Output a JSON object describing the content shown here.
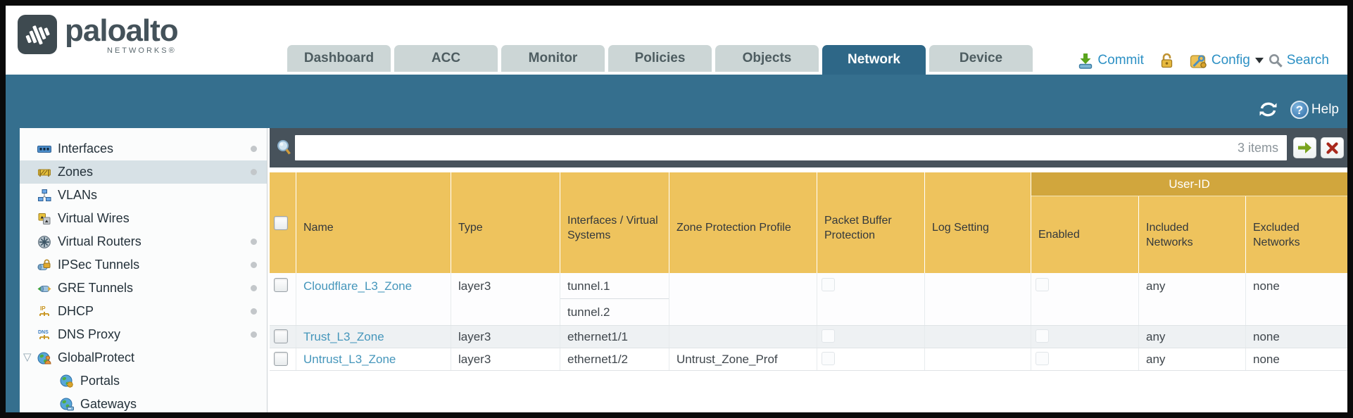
{
  "brand": {
    "name": "paloalto",
    "sub": "NETWORKS®"
  },
  "nav": {
    "tabs": [
      {
        "label": "Dashboard",
        "active": false
      },
      {
        "label": "ACC",
        "active": false
      },
      {
        "label": "Monitor",
        "active": false
      },
      {
        "label": "Policies",
        "active": false
      },
      {
        "label": "Objects",
        "active": false
      },
      {
        "label": "Network",
        "active": true
      },
      {
        "label": "Device",
        "active": false
      }
    ],
    "actions": {
      "commit": "Commit",
      "config": "Config",
      "search": "Search"
    }
  },
  "band": {
    "help": "Help",
    "help_glyph": "?"
  },
  "filter_bar": {
    "value": "",
    "items_count": "3 items"
  },
  "sidebar": {
    "items": [
      {
        "label": "Interfaces"
      },
      {
        "label": "Zones"
      },
      {
        "label": "VLANs"
      },
      {
        "label": "Virtual Wires"
      },
      {
        "label": "Virtual Routers"
      },
      {
        "label": "IPSec Tunnels"
      },
      {
        "label": "GRE Tunnels"
      },
      {
        "label": "DHCP"
      },
      {
        "label": "DNS Proxy"
      },
      {
        "label": "GlobalProtect"
      },
      {
        "label": "Portals"
      },
      {
        "label": "Gateways"
      }
    ],
    "selected": "Zones",
    "expander_glyph": "▽"
  },
  "icons": {
    "dhcp_label": "IP",
    "dns_label": "DNS"
  },
  "table": {
    "group_header": "User-ID",
    "columns": [
      "Name",
      "Type",
      "Interfaces / Virtual Systems",
      "Zone Protection Profile",
      "Packet Buffer Protection",
      "Log Setting",
      "Enabled",
      "Included Networks",
      "Excluded Networks"
    ],
    "rows": [
      {
        "name": "Cloudflare_L3_Zone",
        "type": "layer3",
        "interfaces": [
          "tunnel.1",
          "tunnel.2"
        ],
        "zone_protection_profile": "",
        "log_setting": "",
        "included_networks": "any",
        "excluded_networks": "none"
      },
      {
        "name": "Trust_L3_Zone",
        "type": "layer3",
        "interfaces": [
          "ethernet1/1"
        ],
        "zone_protection_profile": "",
        "log_setting": "",
        "included_networks": "any",
        "excluded_networks": "none"
      },
      {
        "name": "Untrust_L3_Zone",
        "type": "layer3",
        "interfaces": [
          "ethernet1/2"
        ],
        "zone_protection_profile": "Untrust_Zone_Prof",
        "log_setting": "",
        "included_networks": "any",
        "excluded_networks": "none"
      }
    ]
  },
  "colors": {
    "teal_band": "#356f8e",
    "active_tab": "#2e6787",
    "header_gold": "#eec35d",
    "group_gold": "#d1a63d",
    "dark_bar": "#47525b",
    "link_blue": "#4596bb",
    "action_blue": "#2c90c4",
    "selected_row": "#d7e1e6"
  }
}
